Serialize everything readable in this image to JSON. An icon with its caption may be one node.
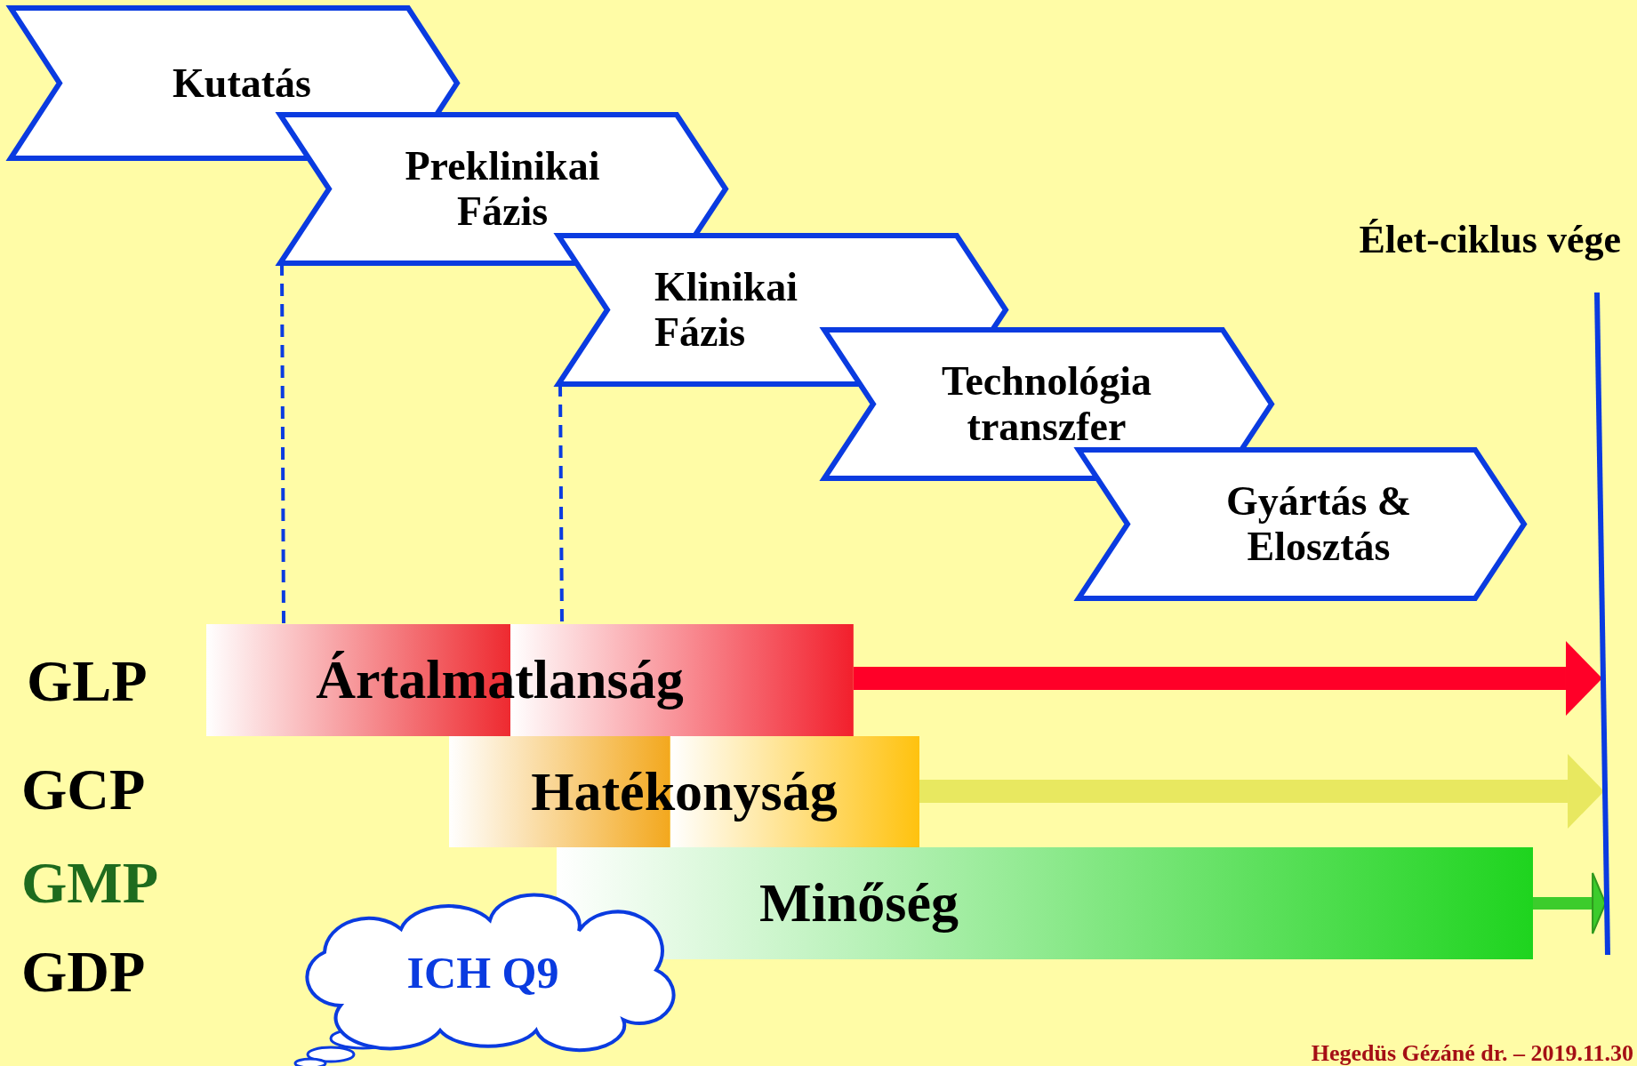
{
  "diagram": {
    "nodes": [
      {
        "text": [
          "Kutatás"
        ]
      },
      {
        "text": [
          "Preklinikai Fázis"
        ]
      },
      {
        "text": [
          "Klinikai Fázis"
        ]
      },
      {
        "text": [
          "Technológia transzfer"
        ]
      },
      {
        "text": [
          "Gyártás & Elosztás"
        ]
      },
      {
        "text": [
          "Ártalmatlanság"
        ]
      },
      {
        "text": [
          "Hatékonyság"
        ]
      },
      {
        "text": [
          "Minőség"
        ]
      },
      {
        "text": [],
        "shape": "bar",
        "beside": [
          "Élet-ciklus vége"
        ]
      },
      {
        "text": [
          "ICH Q9"
        ]
      }
    ],
    "edges": [
      {
        "from": 1,
        "to": 5,
        "arrow": "none",
        "style": "dashed",
        "color": "#0a3be0"
      },
      {
        "from": 2,
        "to": 5,
        "arrow": "none",
        "style": "dashed",
        "color": "#0a3be0"
      },
      {
        "from": 5,
        "to": 8,
        "arrow": "to",
        "style": "thick",
        "color": "#ff0028"
      },
      {
        "from": 6,
        "to": 8,
        "arrow": "to",
        "style": "thick",
        "color": "#e8e860"
      },
      {
        "from": 7,
        "to": 8,
        "arrow": "to",
        "color": "#3ccc2c"
      }
    ],
    "labels": [
      "GLP",
      "GCP",
      "GMP",
      "GDP",
      "Hegedüs Gézáné dr. – 2019.11.30"
    ]
  }
}
